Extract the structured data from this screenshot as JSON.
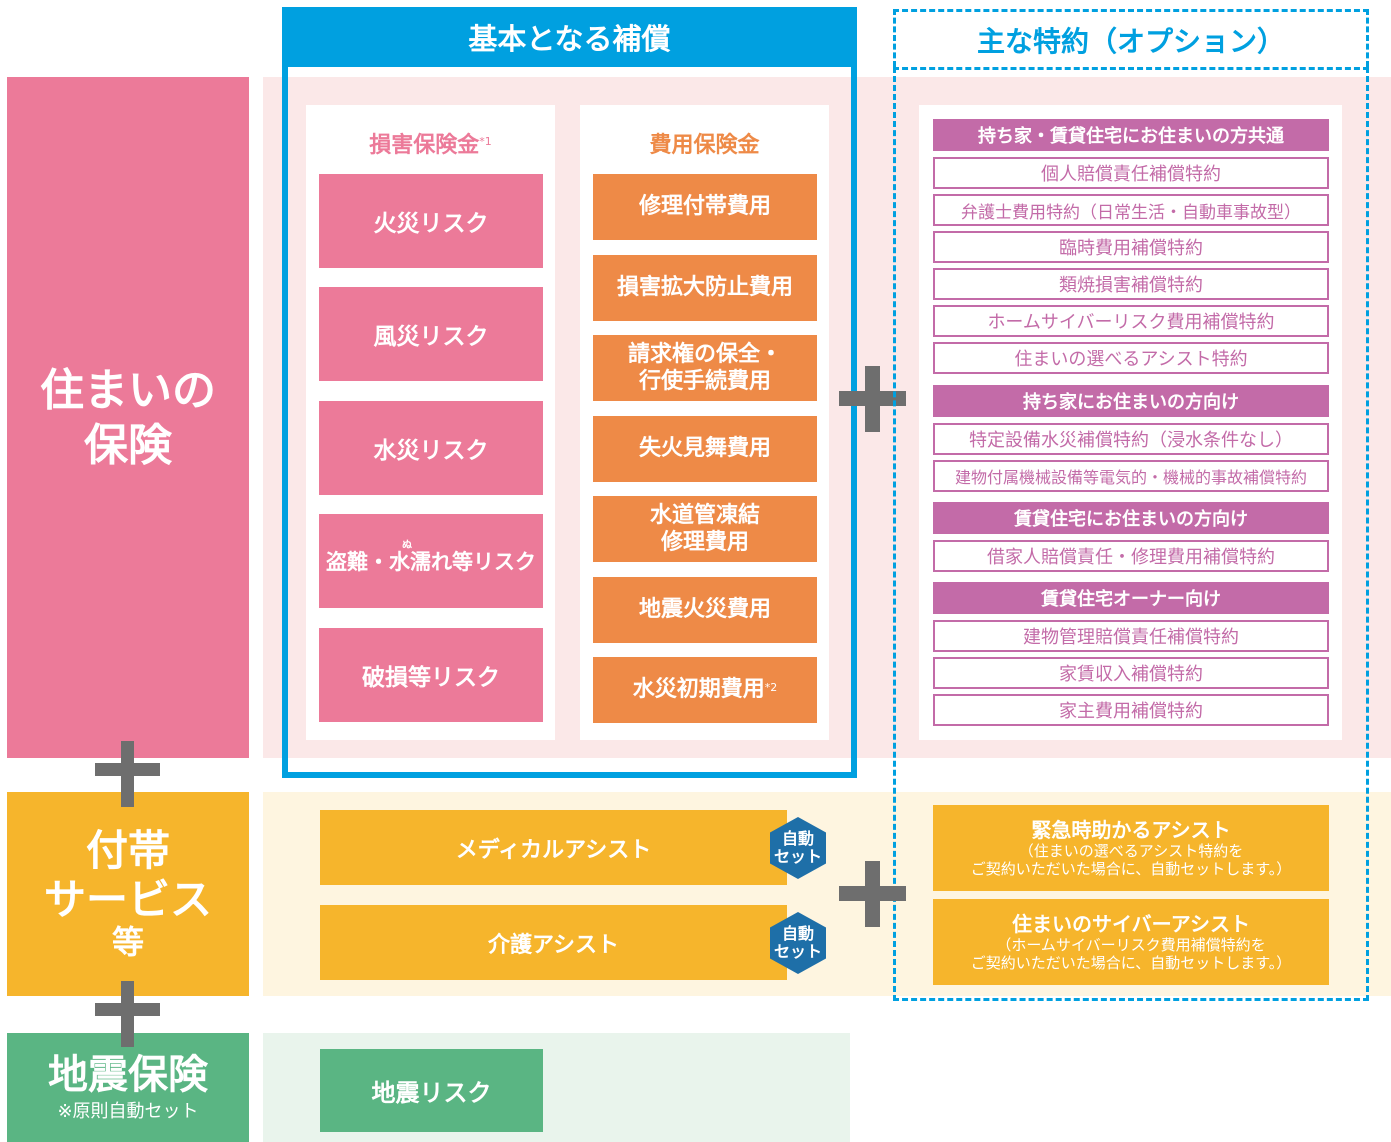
{
  "categories": {
    "home": {
      "line1": "住まいの",
      "line2": "保険"
    },
    "services": {
      "line1": "付帯",
      "line2": "サービス",
      "line3": "等"
    },
    "earthquake": {
      "title": "地震保険",
      "note": "※原則自動セット"
    }
  },
  "basic": {
    "title": "基本となる補償",
    "damage": {
      "header": "損害保険金",
      "header_sup": "*1",
      "items": [
        "火災リスク",
        "風災リスク",
        "水災リスク",
        "盗難・水濡れ等リスク",
        "破損等リスク"
      ],
      "ruby": "ぬ"
    },
    "cost": {
      "header": "費用保険金",
      "items": [
        "修理付帯費用",
        "損害拡大防止費用",
        "請求権の保全・行使手続費用",
        "失火見舞費用",
        "水道管凍結修理費用",
        "地震火災費用",
        "水災初期費用"
      ],
      "item_lines": [
        [
          "修理付帯費用"
        ],
        [
          "損害拡大防止費用"
        ],
        [
          "請求権の保全・",
          "行使手続費用"
        ],
        [
          "失火見舞費用"
        ],
        [
          "水道管凍結",
          "修理費用"
        ],
        [
          "地震火災費用"
        ],
        [
          "水災初期費用"
        ]
      ],
      "last_sup": "*2"
    }
  },
  "options": {
    "title": "主な特約（オプション）",
    "groups": [
      {
        "header": "持ち家・賃貸住宅にお住まいの方共通",
        "items": [
          "個人賠償責任補償特約",
          "弁護士費用特約（日常生活・自動車事故型）",
          "臨時費用補償特約",
          "類焼損害補償特約",
          "ホームサイバーリスク費用補償特約",
          "住まいの選べるアシスト特約"
        ]
      },
      {
        "header": "持ち家にお住まいの方向け",
        "items": [
          "特定設備水災補償特約（浸水条件なし）",
          "建物付属機械設備等電気的・機械的事故補償特約"
        ]
      },
      {
        "header": "賃貸住宅にお住まいの方向け",
        "items": [
          "借家人賠償責任・修理費用補償特約"
        ]
      },
      {
        "header": "賃貸住宅オーナー向け",
        "items": [
          "建物管理賠償責任補償特約",
          "家賃収入補償特約",
          "家主費用補償特約"
        ]
      }
    ]
  },
  "services": {
    "items": [
      "メディカルアシスト",
      "介護アシスト"
    ],
    "auto_badge": {
      "line1": "自動",
      "line2": "セット"
    },
    "option_services": [
      {
        "title": "緊急時助かるアシスト",
        "note1": "（住まいの選べるアシスト特約を",
        "note2": "ご契約いただいた場合に、自動セットします。）"
      },
      {
        "title": "住まいのサイバーアシスト",
        "note1": "（ホームサイバーリスク費用補償特約を",
        "note2": "ご契約いただいた場合に、自動セットします。）"
      }
    ]
  },
  "earthquake": {
    "items": [
      "地震リスク"
    ]
  },
  "colors": {
    "pink": "#ec7a99",
    "orange": "#ee8a47",
    "yellow": "#f6b52c",
    "green": "#5ab583",
    "blue": "#00a0e0",
    "purple": "#c36ba8",
    "gray": "#6e6e6e"
  }
}
